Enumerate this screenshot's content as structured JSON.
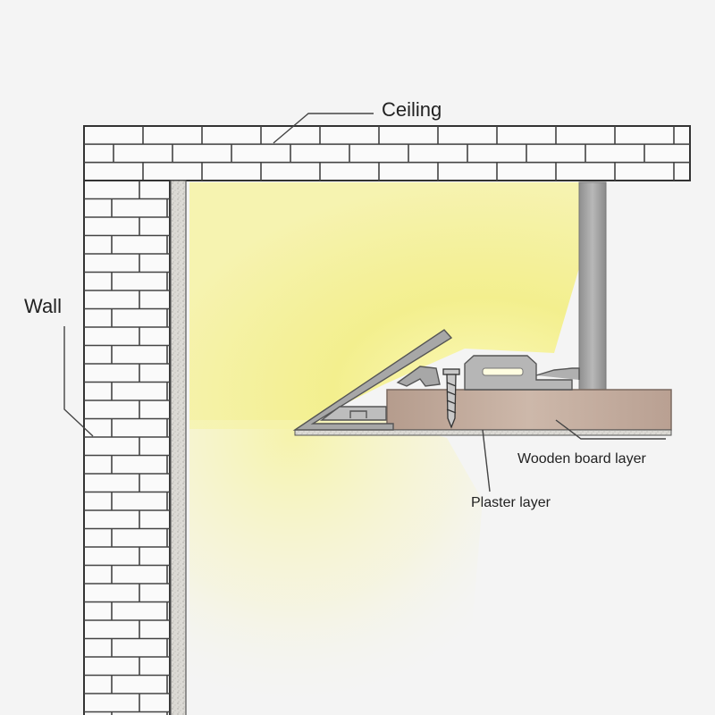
{
  "labels": {
    "ceiling": "Ceiling",
    "wall": "Wall",
    "wooden_board": "Wooden board layer",
    "plaster": "Plaster layer"
  },
  "colors": {
    "background": "#f4f4f4",
    "brick_line": "#333333",
    "light": "#f5f28a",
    "wood": "#c4ad9f",
    "profile_metal": "#9a9a9a",
    "plaster": "#d6d4cf"
  }
}
